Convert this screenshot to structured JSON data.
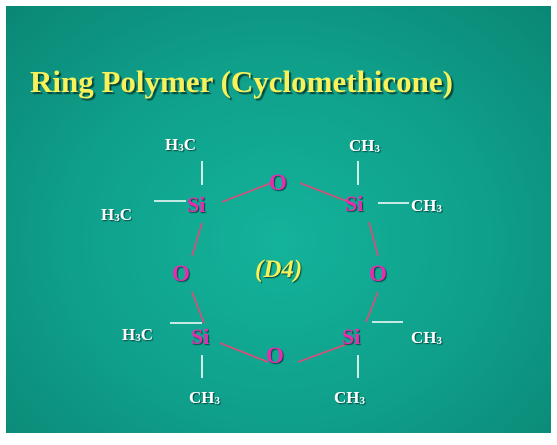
{
  "title": "Ring Polymer (Cyclomethicone)",
  "ring_label": "(D4)",
  "atoms": {
    "silicon": "Si",
    "oxygen": "O"
  },
  "methyl_left": {
    "main": "H",
    "sub": "3",
    "tail": "C"
  },
  "methyl_right": {
    "main": "CH",
    "sub": "3"
  },
  "colors": {
    "background": "#0f9f8a",
    "title": "#f7f25a",
    "atom": "#e82bb0",
    "substituent": "#ffffff",
    "ring_bond": "#e24a7a"
  }
}
